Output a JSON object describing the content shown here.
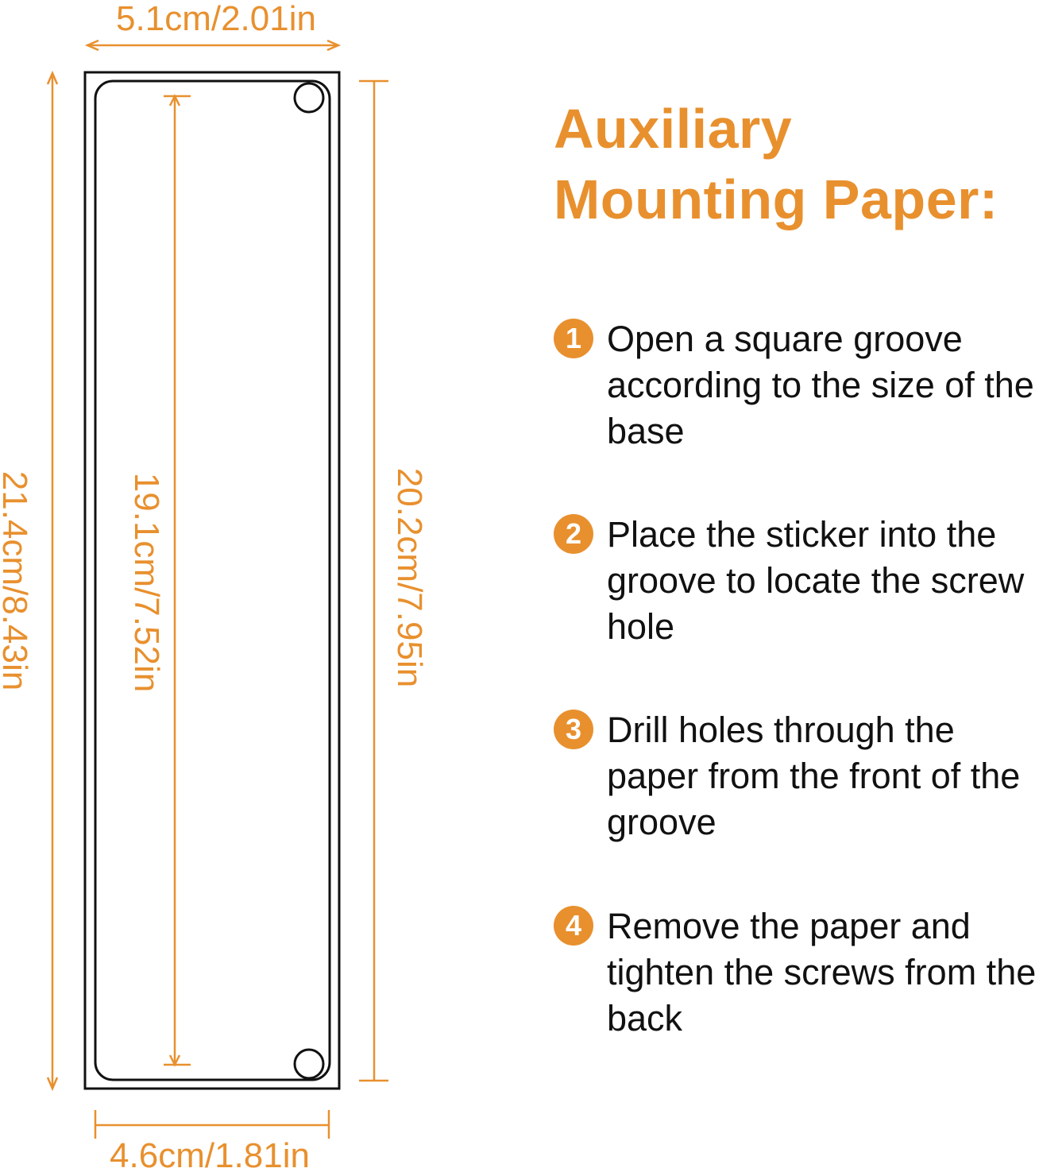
{
  "title": {
    "line1": "Auxiliary",
    "line2": "Mounting Paper:"
  },
  "dimensions": {
    "top_width": "5.1cm/2.01in",
    "bottom_width": "4.6cm/1.81in",
    "outer_height": "21.4cm/8.43in",
    "hole_spacing": "19.1cm/7.52in",
    "inner_height": "20.2cm/7.95in"
  },
  "steps": [
    {
      "number": "1",
      "text": "Open a square groove according to the size of the base"
    },
    {
      "number": "2",
      "text": "Place the sticker into the groove to locate the screw hole"
    },
    {
      "number": "3",
      "text": "Drill holes through the paper from the front of the groove"
    },
    {
      "number": "4",
      "text": "Remove the paper and tighten the screws from the back"
    }
  ],
  "colors": {
    "accent": "#E8902E",
    "outline": "#111111",
    "text": "#111111"
  }
}
